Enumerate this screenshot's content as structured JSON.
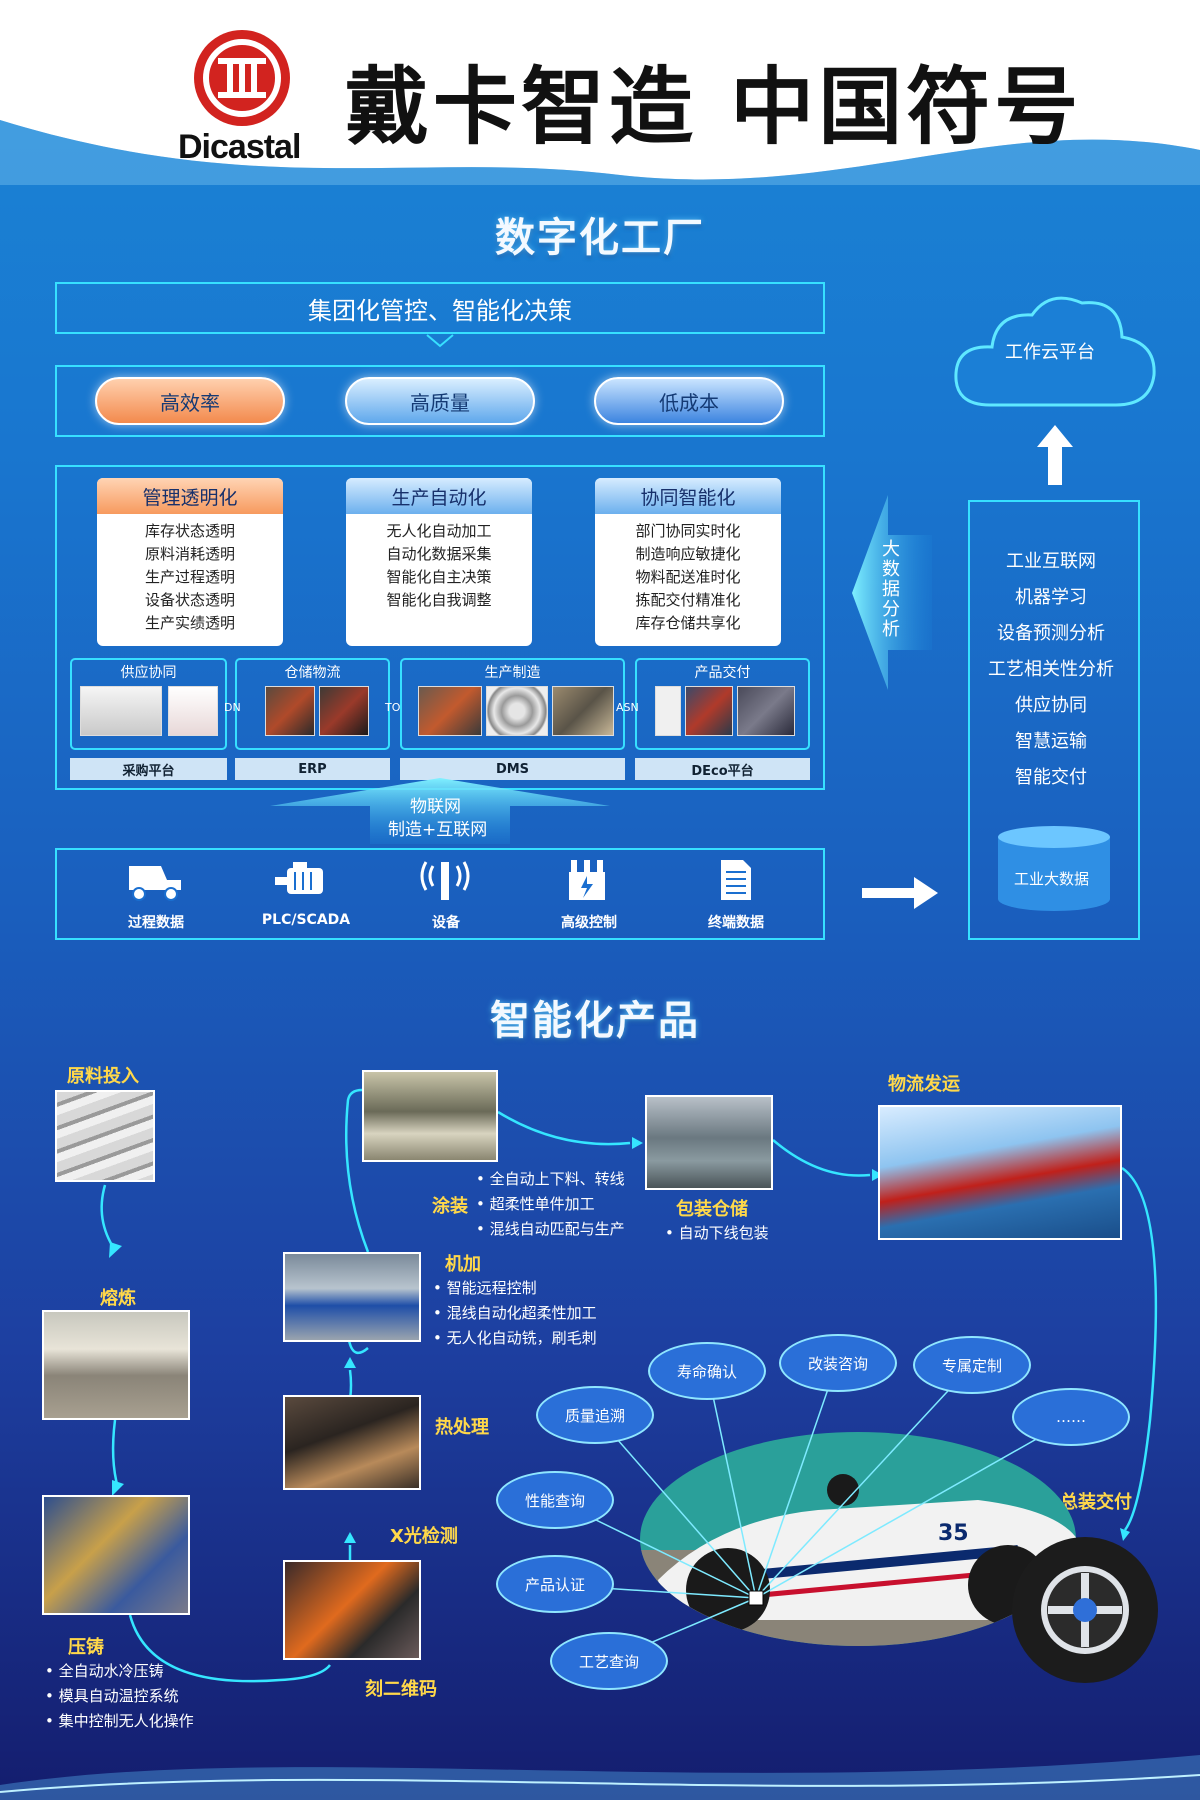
{
  "header": {
    "logo_text": "Dicastal",
    "title": "戴卡智造  中国符号"
  },
  "factory": {
    "title": "数字化工厂",
    "top_banner": "集团化管控、智能化决策",
    "goals": [
      "高效率",
      "高质量",
      "低成本"
    ],
    "cards": [
      {
        "title": "管理透明化",
        "items": [
          "库存状态透明",
          "原料消耗透明",
          "生产过程透明",
          "设备状态透明",
          "生产实绩透明"
        ]
      },
      {
        "title": "生产自动化",
        "items": [
          "无人化自动加工",
          "自动化数据采集",
          "智能化自主决策",
          "智能化自我调整"
        ]
      },
      {
        "title": "协同智能化",
        "items": [
          "部门协同实时化",
          "制造响应敏捷化",
          "物料配送准时化",
          "拣配交付精准化",
          "库存仓储共享化"
        ]
      }
    ],
    "stages": [
      {
        "title": "供应协同",
        "platform": "采购平台"
      },
      {
        "title": "仓储物流",
        "platform": "ERP"
      },
      {
        "title": "生产制造",
        "platform": "DMS"
      },
      {
        "title": "产品交付",
        "platform": "DEco平台"
      }
    ],
    "connectors": [
      "DN",
      "TO",
      "ASN"
    ],
    "iot_line1": "物联网",
    "iot_line2": "制造+互联网",
    "devices": [
      "过程数据",
      "PLC/SCADA",
      "设备",
      "高级控制",
      "终端数据"
    ],
    "big_data_arrow": "大数据分析",
    "cloud": "工作云平台",
    "right_items": [
      "工业互联网",
      "机器学习",
      "设备预测分析",
      "工艺相关性分析",
      "供应协同",
      "智慧运输",
      "智能交付"
    ],
    "big_data_db": "工业大数据"
  },
  "product": {
    "title": "智能化产品",
    "steps": {
      "raw": "原料投入",
      "smelt": "熔炼",
      "cast": "压铸",
      "cast_bullets": [
        "全自动水冷压铸",
        "模具自动温控系统",
        "集中控制无人化操作"
      ],
      "qr": "刻二维码",
      "xray": "X光检测",
      "heat": "热处理",
      "machining": "机加",
      "machining_bullets": [
        "智能远程控制",
        "混线自动化超柔性加工",
        "无人化自动铣，刷毛刺"
      ],
      "coating": "涂装",
      "coating_bullets": [
        "全自动上下料、转线",
        "超柔性单件加工",
        "混线自动匹配与生产"
      ],
      "pack": "包装仓储",
      "pack_bullets": [
        "自动下线包装"
      ],
      "ship": "物流发运",
      "assembly": "总装交付"
    },
    "bubbles": [
      "寿命确认",
      "改装咨询",
      "专属定制",
      "质量追溯",
      "……",
      "性能查询",
      "产品认证",
      "工艺查询"
    ],
    "car_number": "35"
  },
  "colors": {
    "accent": "#37e0ff",
    "label_yellow": "#ffd84a",
    "pill_orange": "#f7a46b",
    "logo_red": "#d2231f"
  }
}
